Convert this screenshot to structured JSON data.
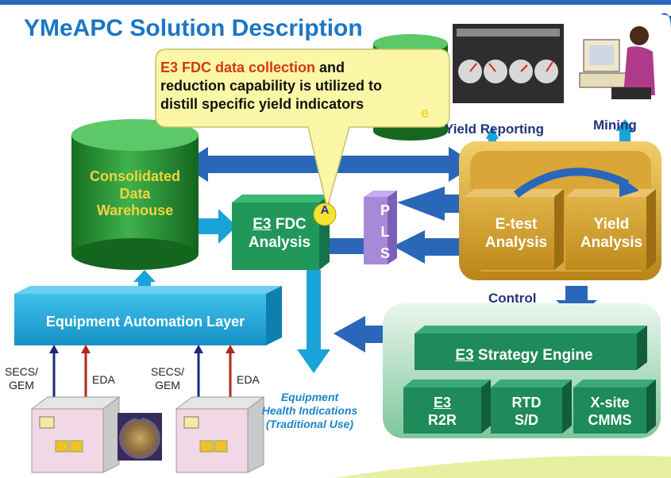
{
  "title": "YMeAPC Solution Description",
  "callout": {
    "highlight": "E3 FDC data collection",
    "line1_rest": " and",
    "line2": "reduction capability is utilized to",
    "line3": "distill specific yield indicators",
    "badge": "A"
  },
  "hidden_cylinder_fragment": "e",
  "data_warehouse": {
    "line1": "Consolidated",
    "line2": "Data",
    "line3": "Warehouse"
  },
  "equipment_automation_layer": "Equipment Automation Layer",
  "fdc_analysis": {
    "prefix": "E3",
    "suffix": " FDC",
    "line2": "Analysis"
  },
  "pls": [
    "P",
    "L",
    "S"
  ],
  "analysis_box": {
    "etest_line1": "E-test",
    "etest_line2": "Analysis",
    "yield_line1": "Yield",
    "yield_line2": "Analysis"
  },
  "labels": {
    "yield_reporting": "Yield Reporting",
    "mining": "Mining",
    "control": "Control"
  },
  "strategy_engine": {
    "prefix": "E3",
    "suffix": " Strategy Engine"
  },
  "sub_modules": [
    {
      "line1": "E3",
      "line2": "R2R"
    },
    {
      "line1": "RTD",
      "line2": "S/D"
    },
    {
      "line1": "X-site",
      "line2": "CMMS"
    }
  ],
  "interfaces": {
    "secs_line1": "SECS/",
    "secs_line2": "GEM",
    "eda": "EDA"
  },
  "health": {
    "line1": "Equipment",
    "line2": "Health Indications",
    "line3": "(Traditional Use)"
  },
  "colors": {
    "title_blue": "#1d76c4",
    "arrow_blue": "#2a67b8",
    "cyan_layer": "#1aa3d8",
    "green_cylinder": "#2e9b3a",
    "fdc_green": "#21985a",
    "strategy_green": "#1f8a5a",
    "gold_box": "#c9982a",
    "purple_pls": "#a68ad8",
    "callout_yellow": "#fbf7a6",
    "warehouse_text": "#f2d43a"
  }
}
